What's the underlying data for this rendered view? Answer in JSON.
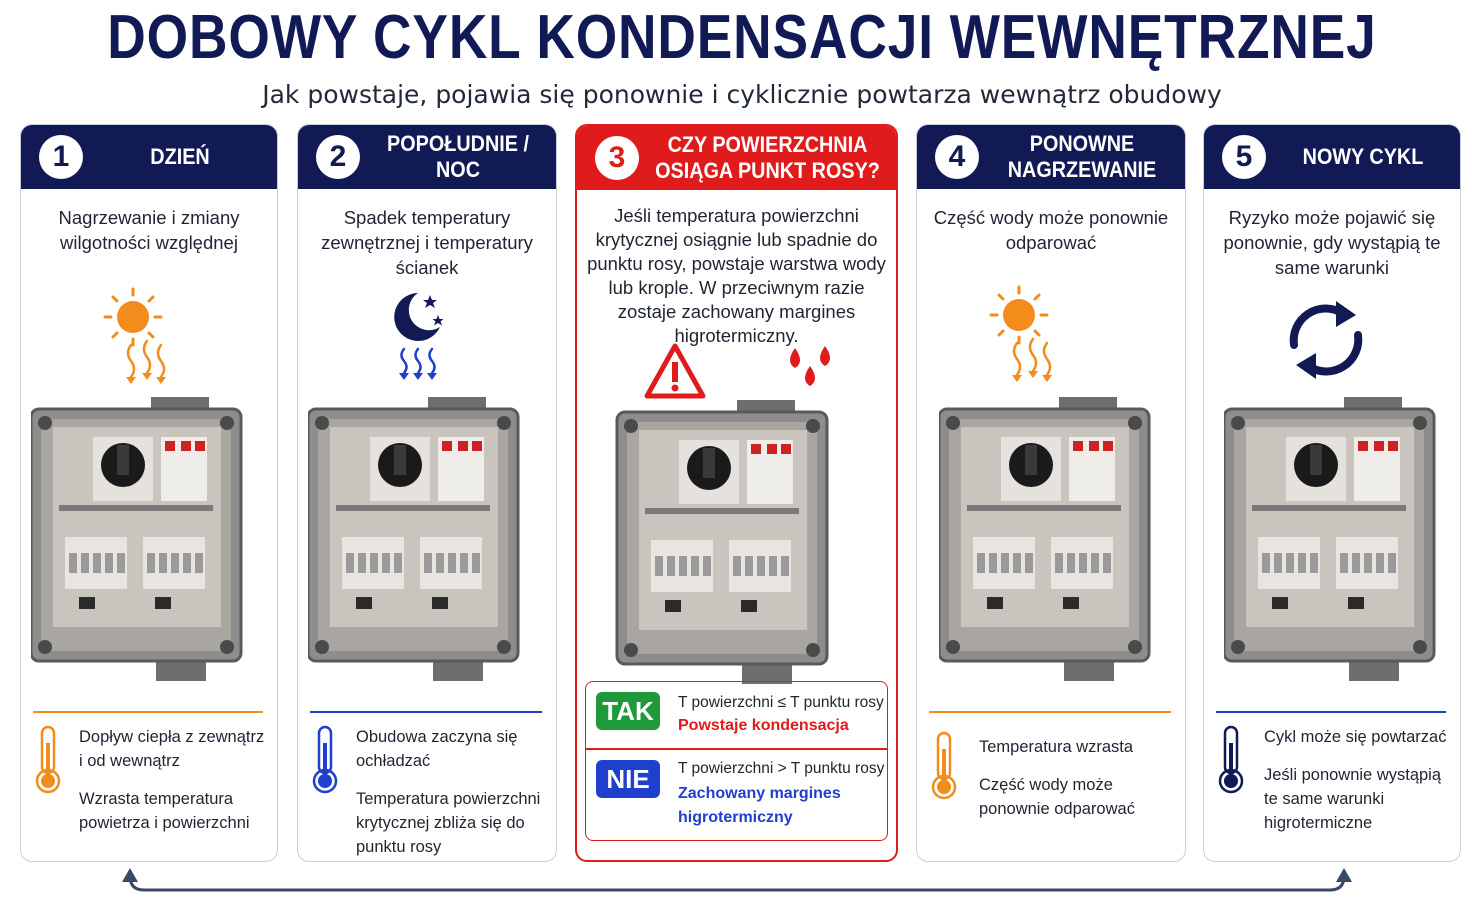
{
  "title": "DOBOWY CYKL KONDENSACJI WEWNĘTRZNEJ",
  "subtitle": "Jak powstaje, pojawia się ponownie i cyklicznie powtarza wewnątrz obudowy",
  "colors": {
    "navy": "#111a55",
    "red": "#e01b1b",
    "orange": "#f28c1b",
    "blue": "#1f3fcf",
    "green": "#1f9a3a"
  },
  "steps": [
    {
      "num": "1",
      "title": "DZIEŃ",
      "desc": "Nagrzewanie i zmiany wilgotności względnej",
      "icon": "sun-heat-icon",
      "bullets": [
        "Dopływ ciepła z zewnątrz i od wewnątrz",
        "Wzrasta temperatura powietrza i powierzchni"
      ]
    },
    {
      "num": "2",
      "title": "POPOŁUDNIE / NOC",
      "desc": "Spadek temperatury zewnętrznej i temperatury ścianek",
      "icon": "moon-cold-icon",
      "bullets": [
        "Obudowa zaczyna się ochładzać",
        "Temperatura powierzchni krytycznej zbliża się do punktu rosy"
      ]
    },
    {
      "num": "3",
      "title": "CZY POWIERZCHNIA\nOSIĄGA PUNKT ROSY?",
      "desc": "Jeśli temperatura powierzchni krytycznej osiągnie lub spadnie do punktu rosy, powstaje warstwa wody lub krople. W przeciwnym razie zostaje zachowany margines higrotermiczny.",
      "icon": "warning-droplets-icon",
      "tak": {
        "badge": "TAK",
        "condition": "T powierzchni ≤ T punktu rosy",
        "result": "Powstaje kondensacja"
      },
      "nie": {
        "badge": "NIE",
        "condition": "T powierzchni > T punktu rosy",
        "result": "Zachowany margines\nhigrotermiczny"
      }
    },
    {
      "num": "4",
      "title": "PONOWNE\nNAGRZEWANIE",
      "desc": "Część wody może ponownie odparować",
      "icon": "sun-heat-icon",
      "bullets": [
        "Temperatura wzrasta",
        "Część wody może ponownie odparować"
      ]
    },
    {
      "num": "5",
      "title": "NOWY CYKL",
      "desc": "Ryzyko może pojawić się ponownie, gdy wystąpią te same warunki",
      "icon": "cycle-arrows-icon",
      "bullets": [
        "Cykl może się powtarzać",
        "Jeśli ponownie wystąpią te same warunki higrotermiczne"
      ]
    }
  ]
}
